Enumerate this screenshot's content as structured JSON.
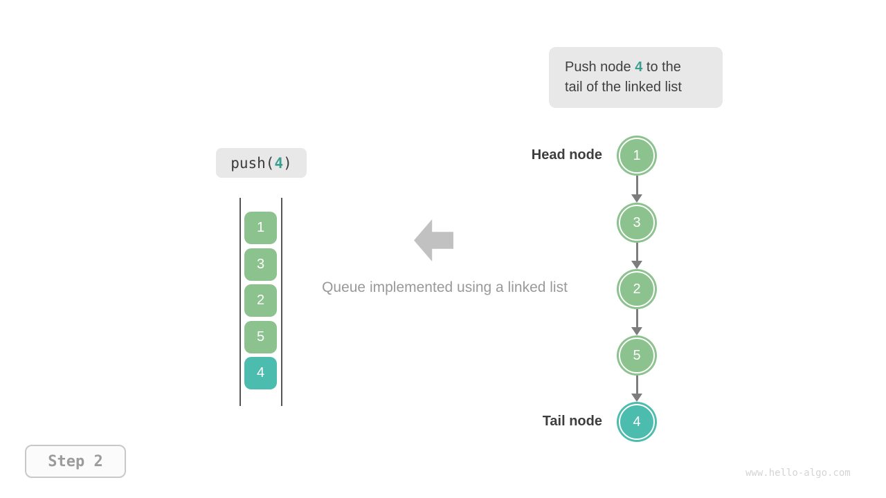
{
  "colors": {
    "node_green": "#8bc28e",
    "node_teal": "#4cbcae",
    "highlight_teal": "#3a9f8f",
    "connector_gray": "#7d7d7d",
    "block_arrow_gray": "#c1c1c1",
    "callout_bg": "#e8e8e8",
    "dark_text": "#3f3f3f",
    "caption_gray": "#999999",
    "wall_gray": "#555555",
    "step_text_gray": "#9b9b9b",
    "watermark_gray": "#d4d4d4"
  },
  "callout": {
    "line1_pre": "Push node ",
    "line1_value": "4",
    "line1_post": " to the",
    "line2": "tail of the linked list"
  },
  "push_label": {
    "pre": "push(",
    "value": "4",
    "post": ")"
  },
  "queue": {
    "items": [
      {
        "value": "1",
        "color": "green"
      },
      {
        "value": "3",
        "color": "green"
      },
      {
        "value": "2",
        "color": "green"
      },
      {
        "value": "5",
        "color": "green"
      },
      {
        "value": "4",
        "color": "teal"
      }
    ]
  },
  "caption": "Queue implemented using a linked list",
  "linked_list": {
    "head_label": "Head node",
    "tail_label": "Tail node",
    "nodes": [
      {
        "value": "1",
        "color": "green"
      },
      {
        "value": "3",
        "color": "green"
      },
      {
        "value": "2",
        "color": "green"
      },
      {
        "value": "5",
        "color": "green"
      },
      {
        "value": "4",
        "color": "teal"
      }
    ]
  },
  "step_label": "Step 2",
  "watermark": "www.hello-algo.com"
}
